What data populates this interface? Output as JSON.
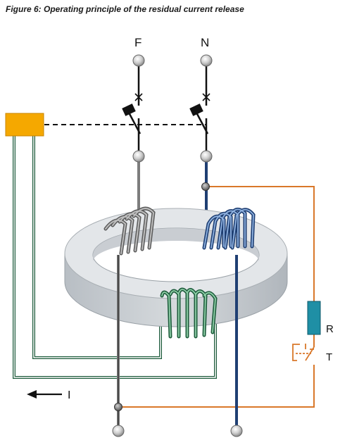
{
  "figure_title": "Figure 6: Operating principle of the residual current release",
  "labels": {
    "phase": "F",
    "neutral": "N",
    "resistor": "R",
    "test_button": "T",
    "current": "I"
  },
  "colors": {
    "phase_wire": "#7d7d7d",
    "neutral_wire": "#1f3f73",
    "detection_coil": "#1e5c3c",
    "test_circuit": "#d9782a",
    "release_box": "#f5a800",
    "resistor": "#1f8fa5",
    "toroid": "#dfe3e6"
  },
  "icons": {
    "contact_cross": "x-mark-icon",
    "current_direction": "arrow-left-icon"
  }
}
